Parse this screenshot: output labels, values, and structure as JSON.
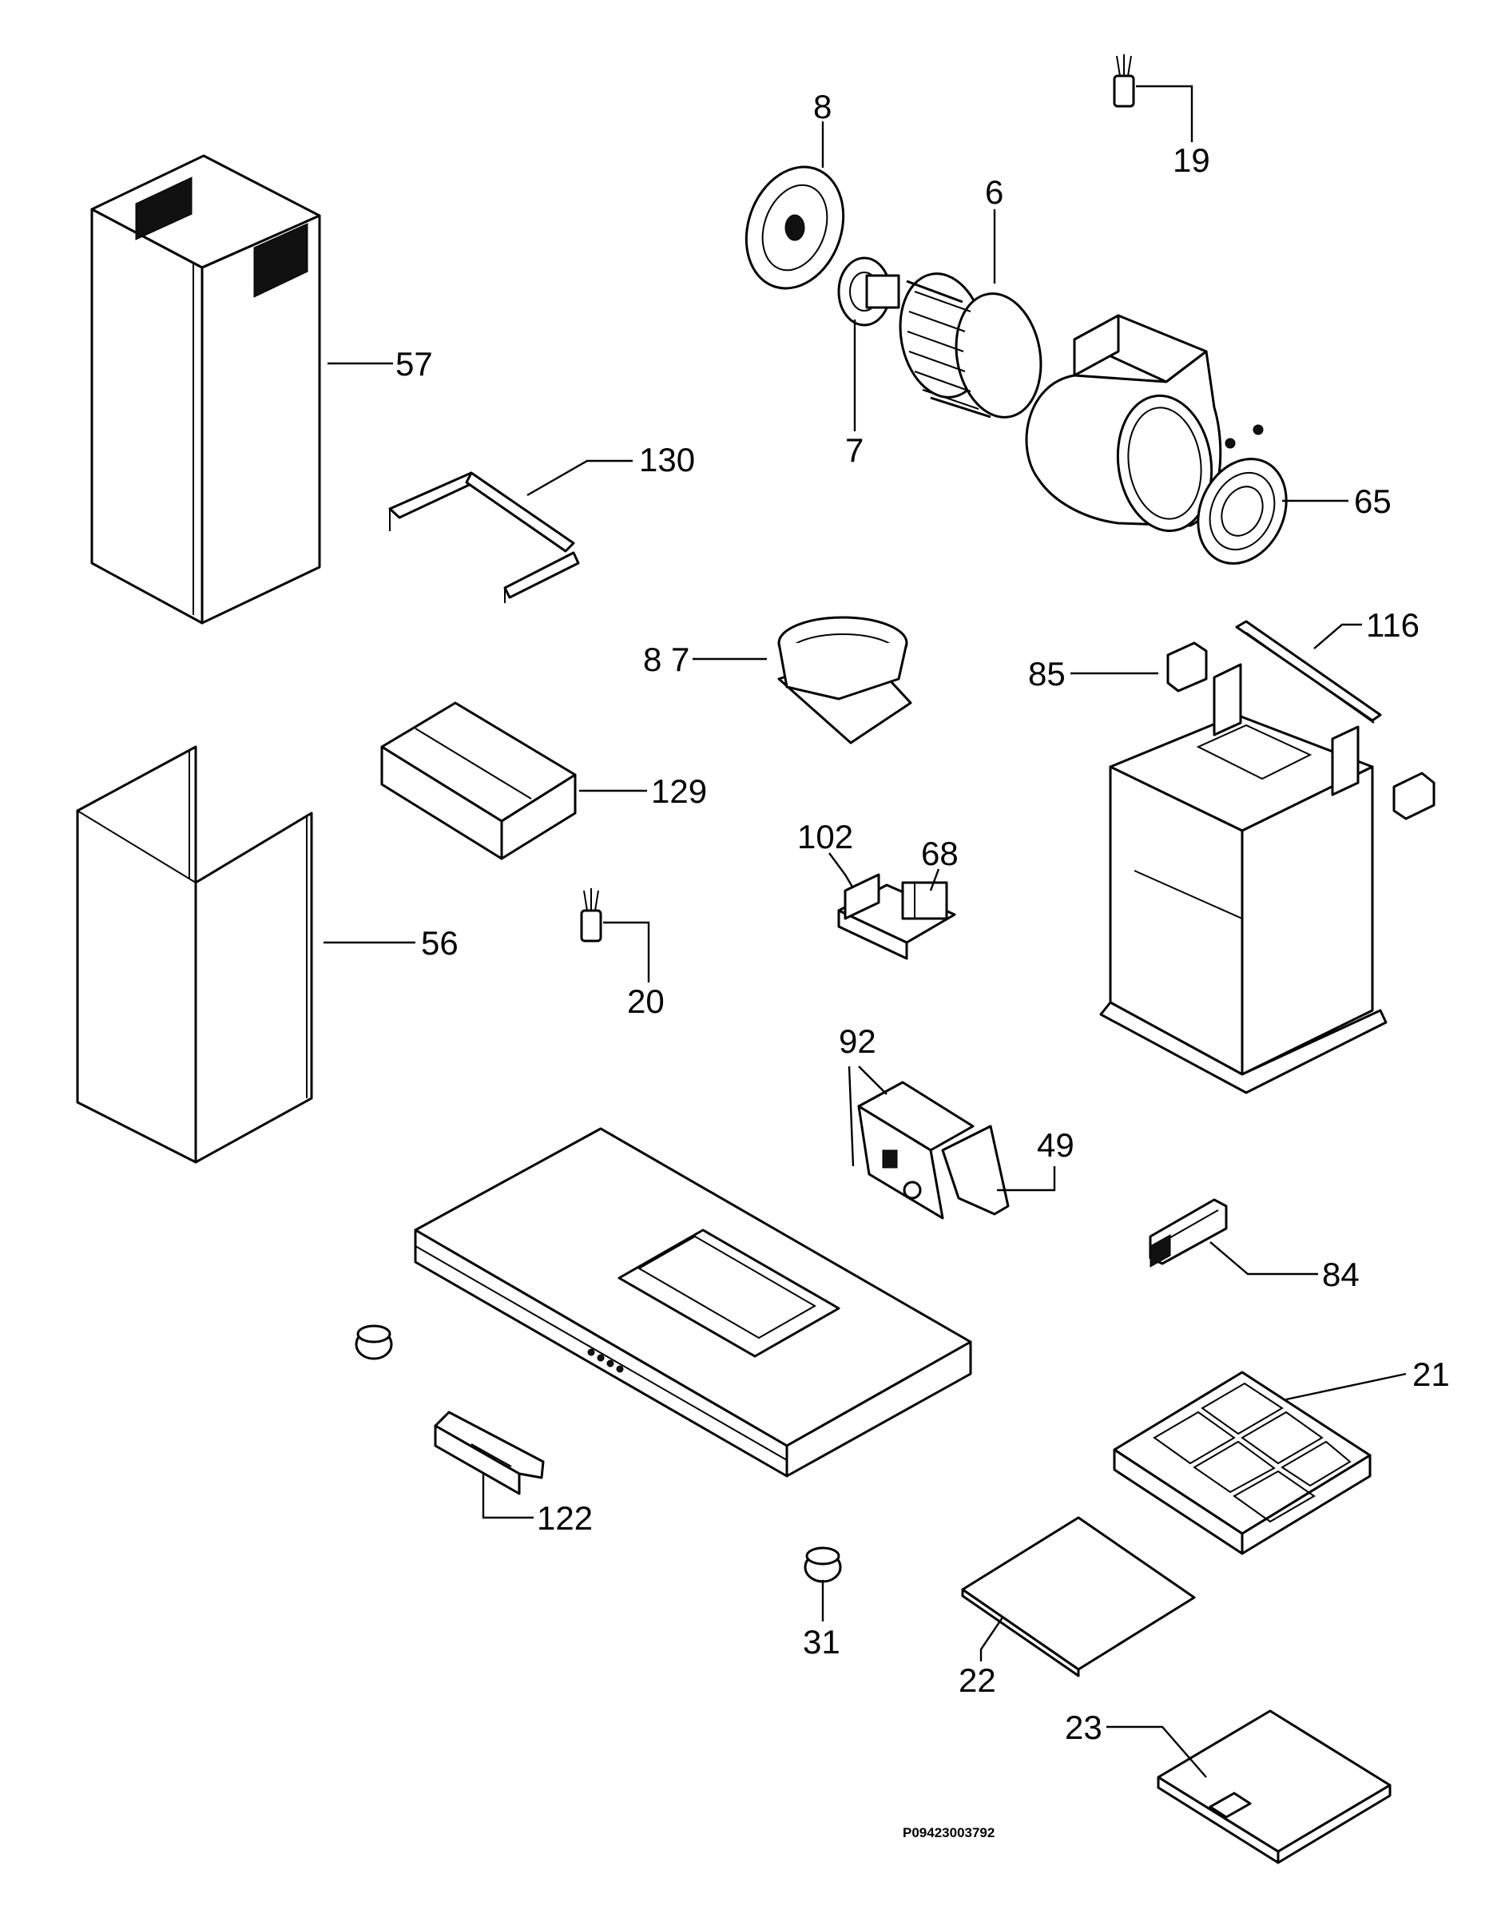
{
  "drawing_code": "P09423003792",
  "part_labels": {
    "p8_top": "8",
    "p6": "6",
    "p19": "19",
    "p7": "7",
    "p65": "65",
    "p57": "57",
    "p130": "130",
    "p87": "8 7",
    "p116": "116",
    "p85": "85",
    "p129": "129",
    "p102": "102",
    "p68": "68",
    "p56": "56",
    "p20": "20",
    "p92": "92",
    "p49": "49",
    "p84": "84",
    "p21": "21",
    "p122": "122",
    "p31": "31",
    "p22": "22",
    "p23": "23"
  }
}
